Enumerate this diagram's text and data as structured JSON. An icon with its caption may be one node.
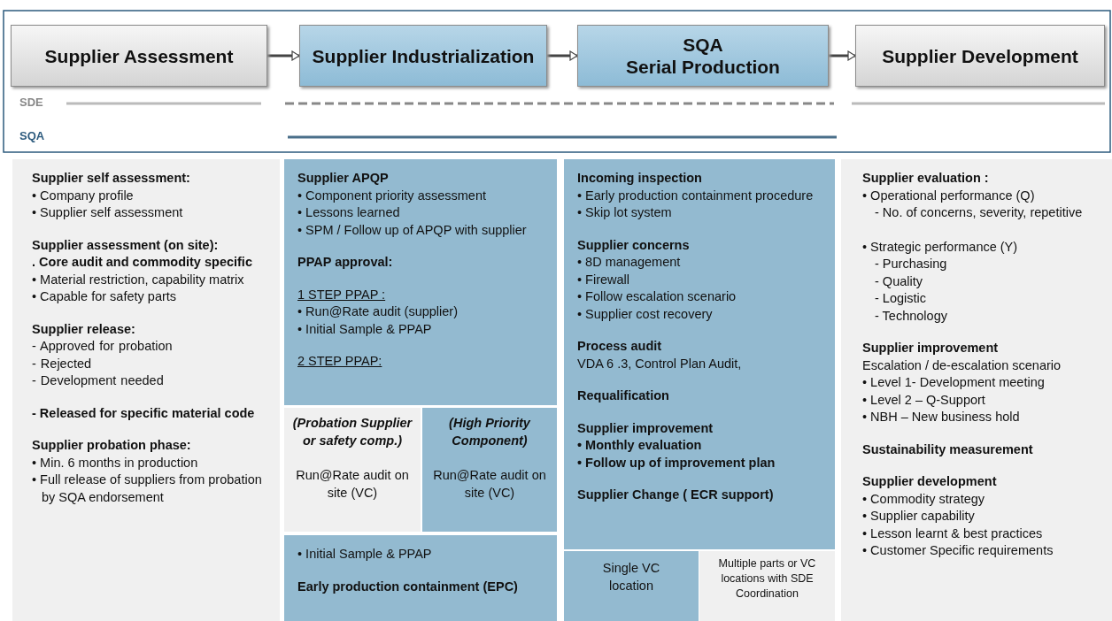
{
  "diagram": {
    "nodes": [
      {
        "text": [
          "Supplier Assessment"
        ]
      },
      {
        "text": [
          "Supplier Industrialization"
        ]
      },
      {
        "text": [
          "SQA",
          "Serial Production"
        ]
      },
      {
        "text": [
          "Supplier Development"
        ]
      },
      {
        "text": [
          "Supplier self assessment:",
          "• Company profile",
          "• Supplier self assessment",
          "Supplier assessment (on site):",
          ". Core audit and commodity specific",
          "• Material restriction, capability matrix",
          "• Capable for safety parts",
          "Supplier release:",
          "- Approved for probation",
          "- Rejected",
          "- Development needed",
          "- Released for specific material code",
          "Supplier probation phase:",
          "• Min. 6 months in production",
          "• Full release of suppliers from probation by SQA endorsement"
        ]
      },
      {
        "text": [
          "Supplier APQP",
          "• Component priority assessment",
          "• Lessons learned",
          "• SPM / Follow up of APQP with supplier",
          "PPAP approval:",
          "1 STEP PPAP :",
          "• Run@Rate audit (supplier)",
          "• Initial Sample & PPAP",
          "2 STEP PPAP:"
        ]
      },
      {
        "text": [
          "(Probation Supplier or safety comp.)",
          "Run@Rate audit on site (VC)"
        ]
      },
      {
        "text": [
          "(High Priority Component)",
          "Run@Rate audit on site (VC)"
        ]
      },
      {
        "text": [
          "• Initial Sample & PPAP",
          "Early production containment (EPC)"
        ]
      },
      {
        "text": [
          "Incoming inspection",
          "• Early production containment procedure",
          "• Skip lot system",
          "Supplier concerns",
          "• 8D management",
          "• Firewall",
          "• Follow escalation scenario",
          "• Supplier cost recovery",
          "Process audit",
          "VDA 6 .3, Control Plan Audit,",
          "Requalification",
          "Supplier improvement",
          "• Monthly evaluation",
          "• Follow up of improvement plan",
          "Supplier Change ( ECR support)"
        ]
      },
      {
        "text": [
          "Single VC location"
        ]
      },
      {
        "text": [
          "Multiple parts or VC locations with SDE Coordination"
        ]
      },
      {
        "text": [
          "Supplier evaluation :",
          "• Operational performance (Q)",
          "- No. of concerns, severity, repetitive",
          "• Strategic performance (Y)",
          "- Purchasing",
          "- Quality",
          "- Logistic",
          "- Technology",
          "Supplier improvement",
          "Escalation / de-escalation scenario",
          "• Level 1- Development meeting",
          "• Level 2 – Q-Support",
          "• NBH – New business hold",
          "Sustainability measurement",
          "Supplier development",
          "• Commodity strategy",
          "• Supplier capability",
          "• Lesson learnt & best practices",
          "• Customer Specific requirements"
        ]
      }
    ],
    "edges": [
      {
        "from": 0,
        "to": 1,
        "arrow": "to"
      },
      {
        "from": 1,
        "to": 2,
        "arrow": "to"
      },
      {
        "from": 2,
        "to": 3,
        "arrow": "to"
      }
    ],
    "labels": [
      "SDE",
      "SQA"
    ]
  }
}
